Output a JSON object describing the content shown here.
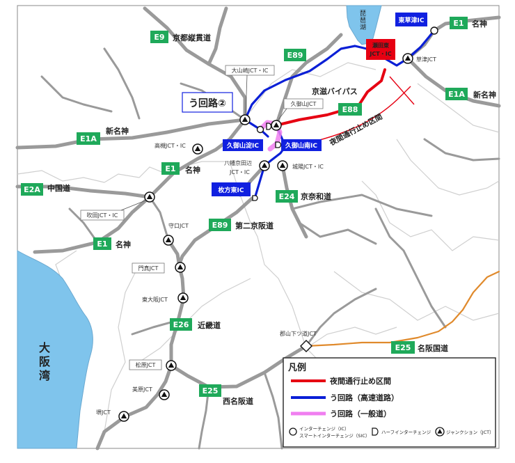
{
  "colors": {
    "closure": "#e60012",
    "detour_expressway": "#0a1fd6",
    "detour_general": "#f07ef0",
    "shield": "#1fa95a",
    "blue_box": "#1020e0",
    "water": "#7fc4ec",
    "road": "#9a9a9a",
    "orange_road": "#e08a2c",
    "boundary": "#cfcfcf"
  },
  "lakes": {
    "biwa": "琵琶湖"
  },
  "bay": {
    "osaka": "大阪湾"
  },
  "detour_title": "う回路②",
  "closed_section_label": "夜間通行止め区間",
  "shields": {
    "e1_ne": "E1",
    "e9": "E9",
    "e89_n": "E89",
    "e1a_e": "E1A",
    "e88": "E88",
    "e1a_w": "E1A",
    "e1_c": "E1",
    "e2a": "E2A",
    "e24": "E24",
    "e89_s": "E89",
    "e1_s": "E1",
    "e26": "E26",
    "e25_e": "E25",
    "e25_w": "E25"
  },
  "road_names": {
    "meishin_ne": "名神",
    "kyoto_jukan": "京都縦貫道",
    "shin_meishin_e": "新名神",
    "keiji_bypass": "京滋バイパス",
    "shin_meishin_w": "新名神",
    "meishin_c": "名神",
    "chugoku": "中国道",
    "keinawa": "京奈和道",
    "daini_keihan": "第二京阪道",
    "meishin_s": "名神",
    "kinki": "近畿道",
    "meihan": "名阪国道",
    "nishi_meihan": "西名阪道"
  },
  "blue_labels": {
    "tokai_ic": "東草津IC",
    "kumiyama_yodo_ic": "久御山淀IC",
    "kumiyama_minami_ic": "久御山南IC",
    "hirakata_higashi_ic": "枚方東IC"
  },
  "red_label": {
    "line1": "瀬田東",
    "line2": "JCT・IC"
  },
  "boxed_labels": {
    "oyamazaki": "大山崎JCT・IC",
    "kumiyama_jct": "久御山JCT",
    "suita": "吹田JCT・IC",
    "kadoma": "門真JCT",
    "matsubara": "松原JCT"
  },
  "jct_labels": {
    "kusatsu": "草津JCT",
    "takatsuki": "高槻JCT・IC",
    "yawata_1": "八幡京田辺",
    "yawata_2": "JCT・IC",
    "joyo": "城陽JCT・IC",
    "moriguchi": "守口JCT",
    "higashi_osaka": "東大阪JCT",
    "koriyama": "郡山下ツ道JCT",
    "mihara": "美原JCT",
    "sakai": "堺JCT"
  },
  "legend": {
    "title": "凡例",
    "closure": "夜間通行止め区間",
    "detour_expressway": "う回路（高速道路）",
    "detour_general": "う回路（一般道）",
    "ic_line1": "インターチェンジ（IC）",
    "ic_line2": "スマートインターチェンジ（SIC）",
    "half_ic": "ハーフインターチェンジ",
    "jct": "ジャンクション（JCT）"
  }
}
